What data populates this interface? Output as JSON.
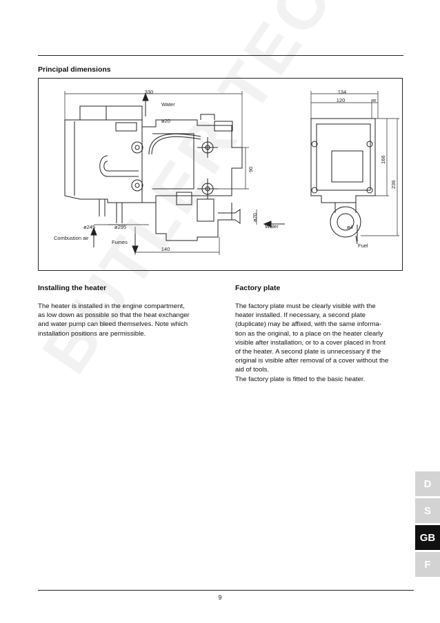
{
  "watermark": "BUTLER TECHNIK",
  "sections": {
    "dimensions_title": "Principal dimensions",
    "installing_title": "Installing the heater",
    "factory_title": "Factory plate"
  },
  "figure": {
    "dim_330": "330",
    "dim_134": "134",
    "dim_120": "120",
    "dim_8": "8",
    "dim_166": "166",
    "dim_236": "236",
    "dim_90": "90",
    "dim_140": "140",
    "dia_20_top": "ø20",
    "dia_20_side": "ø20",
    "dia_245": "ø245",
    "dia_295": "ø295",
    "dia_4": "ø4",
    "label_water_top": "Water",
    "label_water_side": "Water",
    "label_combustion_air": "Combustion air",
    "label_fumes": "Fumes",
    "label_fuel": "Fuel"
  },
  "installing_text": [
    "The heater is installed in the engine compartment,",
    "as low down as possible so that the heat exchanger",
    "and water pump can bleed themselves. Note which",
    "installation positions are permissible."
  ],
  "factory_text": [
    "The factory plate must be clearly visible with the",
    "heater installed. If necessary, a second plate",
    "(duplicate) may be affixed, with the same informa-",
    "tion as the original, to a place on the heater clearly",
    "visible after installation, or to a cover placed in front",
    "of the heater. A second plate is unnecessary if the",
    "original is visible after removal of a cover without the",
    "aid of tools.",
    "The factory plate is fitted to the basic heater."
  ],
  "page_number": "9",
  "language_tabs": [
    "D",
    "S",
    "GB",
    "F"
  ],
  "active_language": "GB"
}
